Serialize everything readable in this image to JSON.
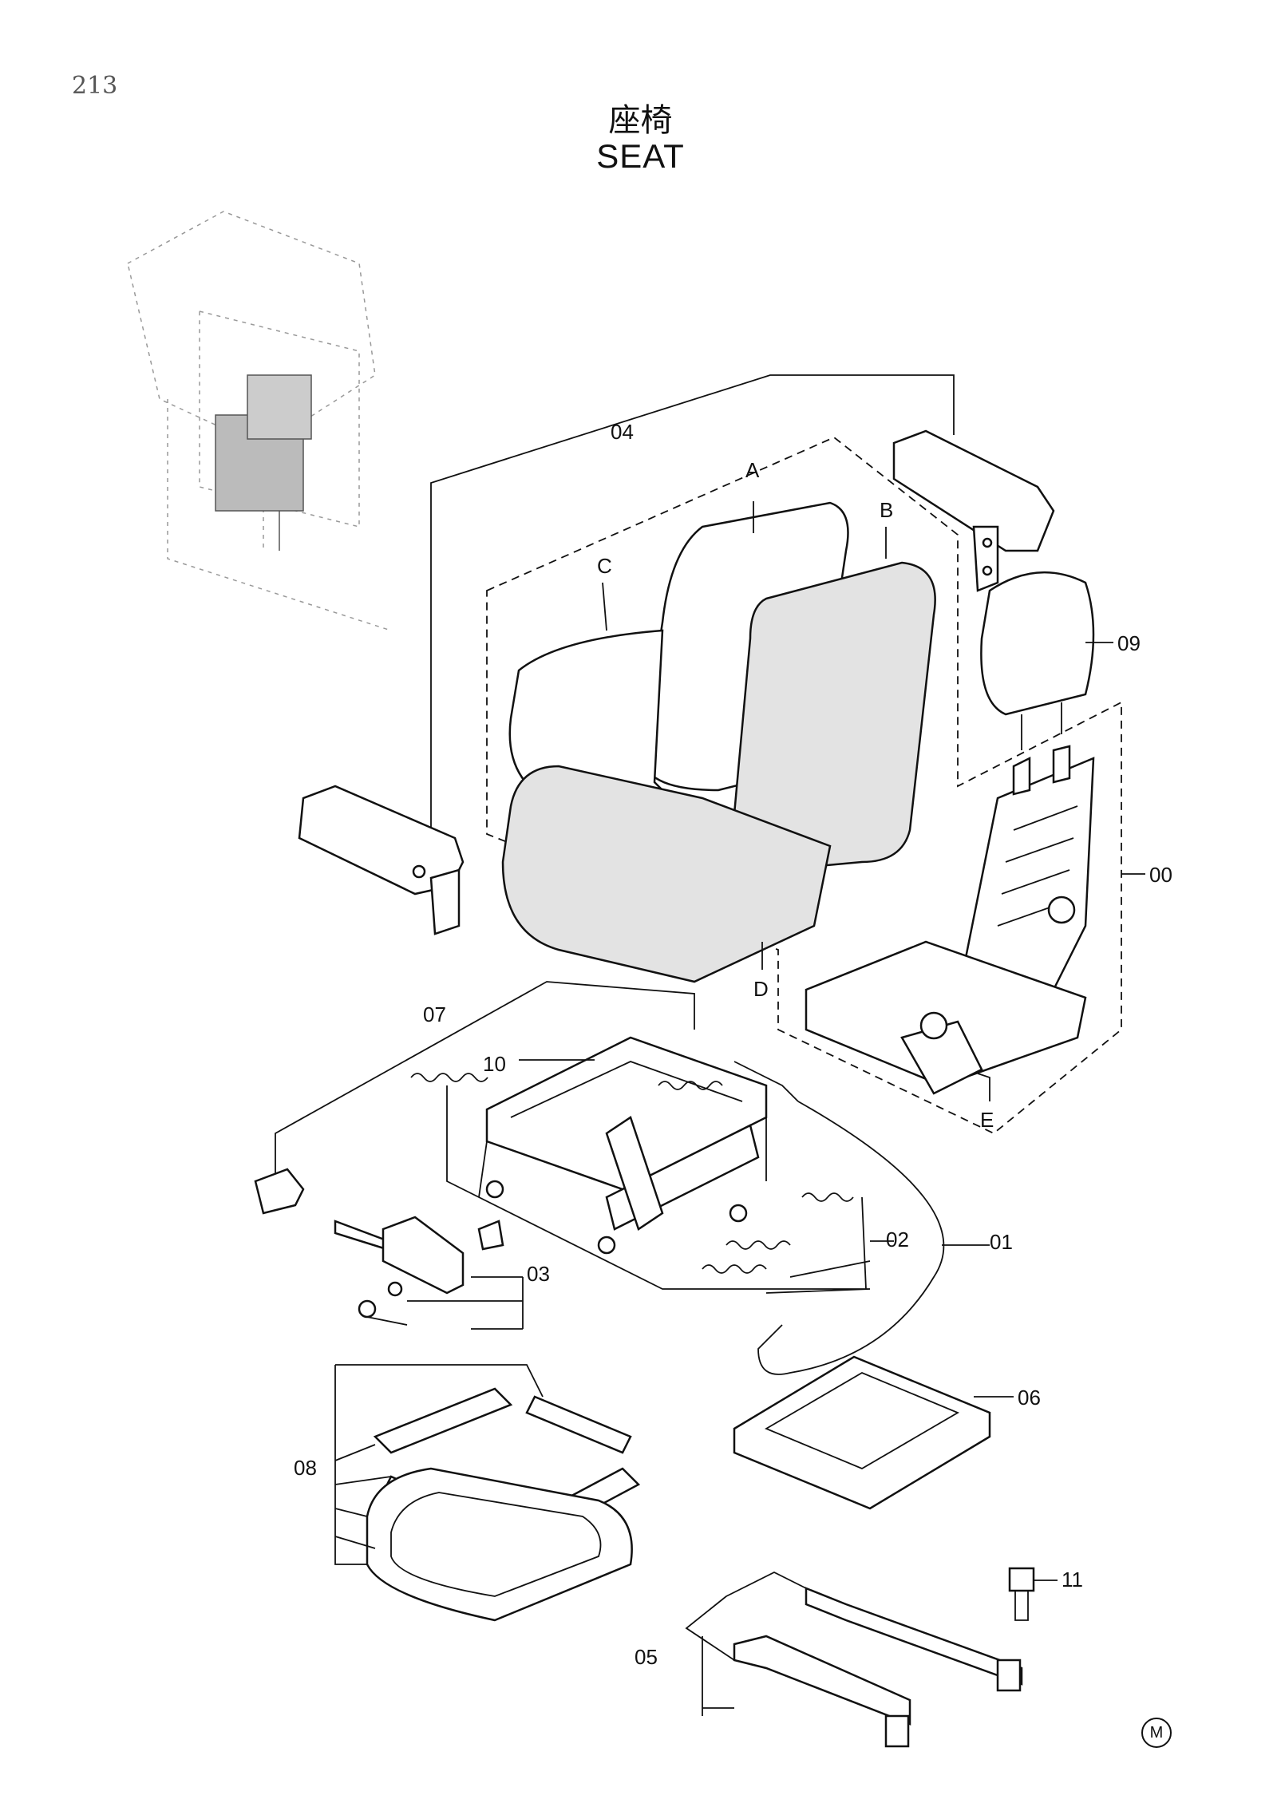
{
  "page_number": "213",
  "title_jp": "座椅",
  "title_en": "SEAT",
  "mark": "M",
  "callouts": {
    "c00": "00",
    "c01": "01",
    "c02": "02",
    "c03": "03",
    "c04": "04",
    "c05": "05",
    "c06": "06",
    "c07": "07",
    "c08": "08",
    "c09": "09",
    "c10": "10",
    "c11": "11",
    "cA": "A",
    "cB": "B",
    "cC": "C",
    "cD": "D",
    "cE": "E"
  }
}
